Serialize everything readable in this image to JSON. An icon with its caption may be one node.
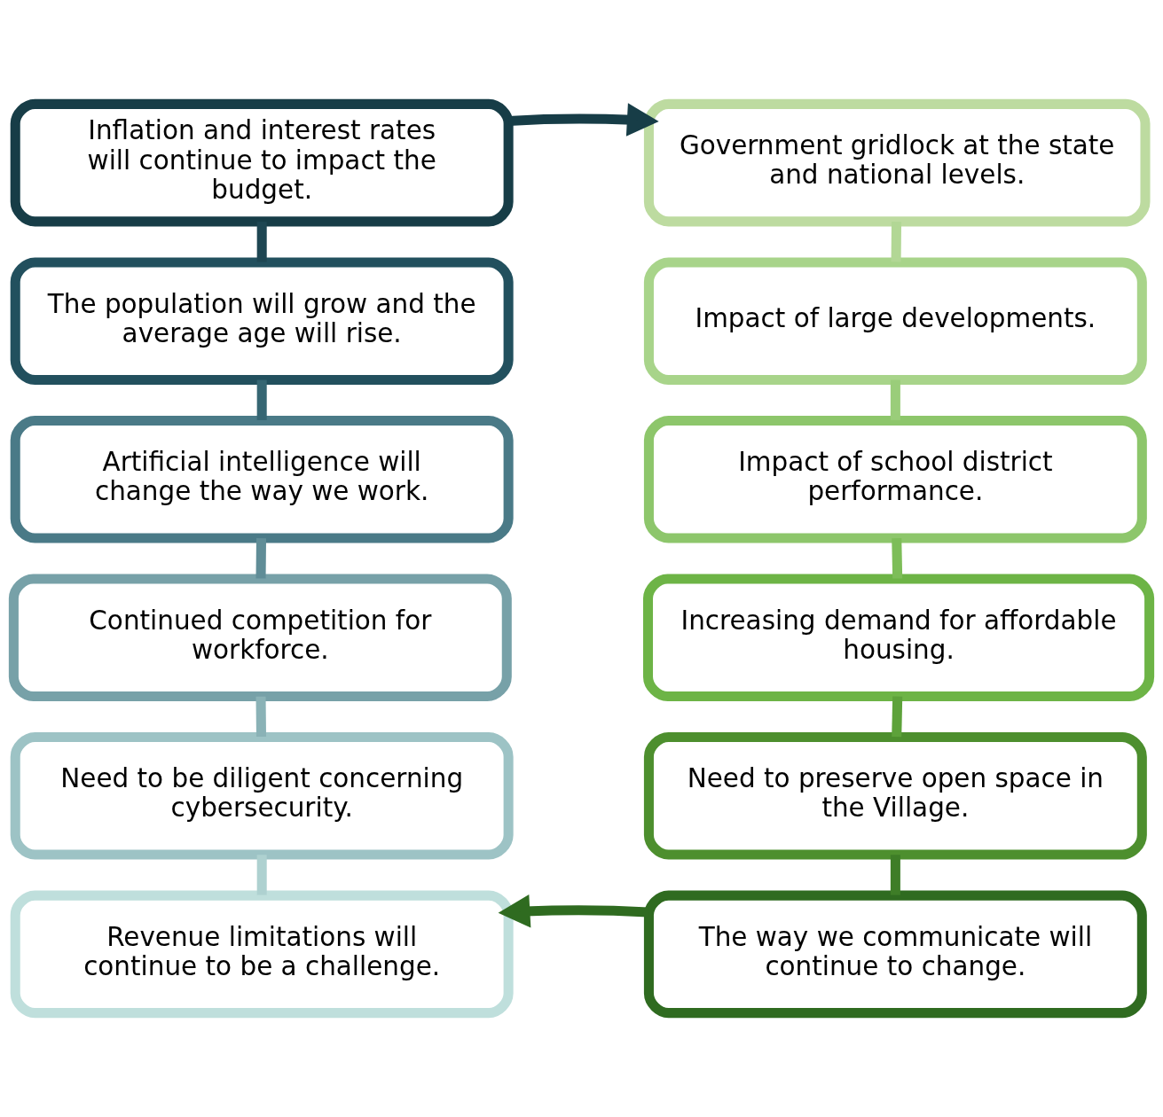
{
  "diagram": {
    "nodes": [
      {
        "text": [
          "Inflation and interest rates will continue to impact the budget."
        ]
      },
      {
        "text": [
          "The population will grow and the average age will rise."
        ]
      },
      {
        "text": [
          "Artificial intelligence will change the way we work."
        ]
      },
      {
        "text": [
          "Continued competition for workforce."
        ]
      },
      {
        "text": [
          "Need to be diligent concerning cybersecurity."
        ]
      },
      {
        "text": [
          "Revenue limitations will continue to be a challenge."
        ]
      },
      {
        "text": [
          "Government gridlock at the state and national levels."
        ]
      },
      {
        "text": [
          "Impact of large developments."
        ]
      },
      {
        "text": [
          "Impact of school district performance."
        ]
      },
      {
        "text": [
          "Increasing demand for affordable housing."
        ]
      },
      {
        "text": [
          "Need to preserve open space in the Village."
        ]
      },
      {
        "text": [
          "The way we communicate will continue to change."
        ]
      }
    ],
    "edges": [
      {
        "from": 0,
        "to": 1,
        "arrow": "none",
        "color": "#1e4652"
      },
      {
        "from": 1,
        "to": 2,
        "arrow": "none",
        "color": "#366673"
      },
      {
        "from": 2,
        "to": 3,
        "arrow": "none",
        "color": "#608d97"
      },
      {
        "from": 3,
        "to": 4,
        "arrow": "none",
        "color": "#8ab2b6"
      },
      {
        "from": 4,
        "to": 5,
        "arrow": "none",
        "color": "#aed1d0"
      },
      {
        "from": 0,
        "to": 6,
        "arrow": "to",
        "color": "#173d47"
      },
      {
        "from": 6,
        "to": 7,
        "arrow": "none",
        "color": "#b2d795"
      },
      {
        "from": 7,
        "to": 8,
        "arrow": "none",
        "color": "#9acd7a"
      },
      {
        "from": 8,
        "to": 9,
        "arrow": "none",
        "color": "#7dbd58"
      },
      {
        "from": 9,
        "to": 10,
        "arrow": "none",
        "color": "#5da23a"
      },
      {
        "from": 10,
        "to": 11,
        "arrow": "none",
        "color": "#3e7d27"
      },
      {
        "from": 11,
        "to": 5,
        "arrow": "to",
        "color": "#2f6b20"
      }
    ]
  }
}
